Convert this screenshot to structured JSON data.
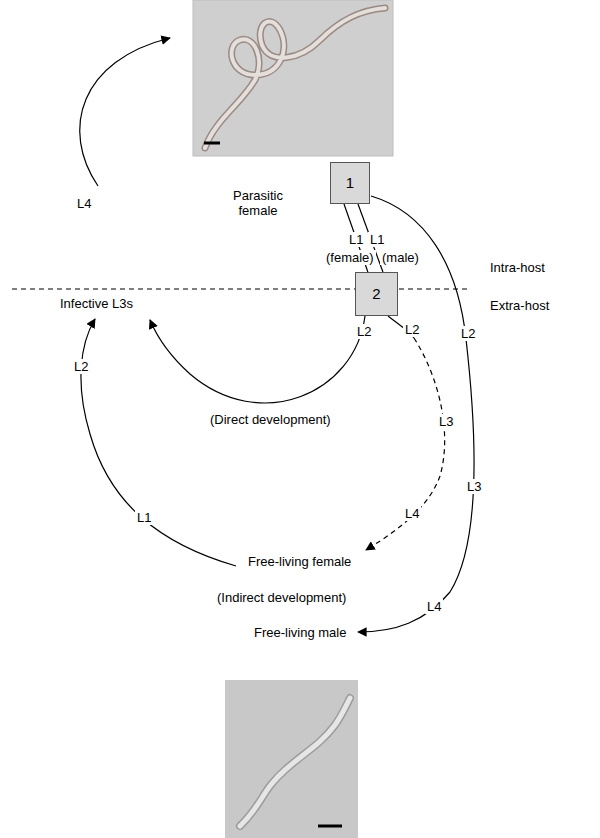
{
  "diagram": {
    "nodes": [
      {
        "text": [
          "1"
        ]
      },
      {
        "text": [
          "2"
        ]
      }
    ],
    "edges": [
      {
        "from": 0,
        "to": 1,
        "arrow": "none"
      },
      {
        "from": 0,
        "to": 1,
        "arrow": "none"
      }
    ],
    "labels": [
      "Parasitic female",
      "L1",
      "L1",
      "(female)",
      "(male)",
      "Intra-host",
      "Extra-host",
      "Infective L3s",
      "L4",
      "L2",
      "L1",
      "(Direct development)",
      "L2",
      "L2",
      "L2",
      "L3",
      "L3",
      "L4",
      "L4",
      "Free-living female",
      "(Indirect development)",
      "Free-living male"
    ]
  }
}
